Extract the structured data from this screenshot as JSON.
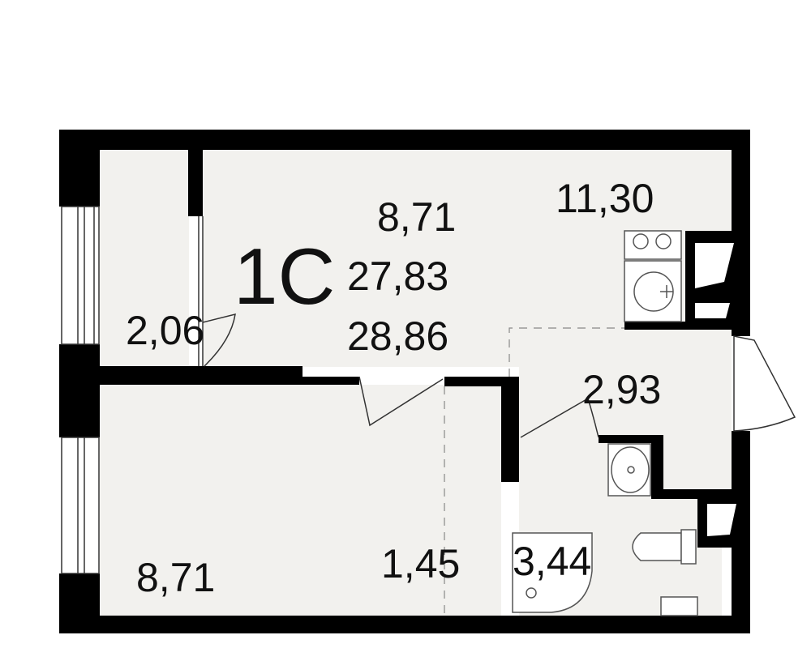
{
  "plan": {
    "type_label": "1С",
    "summary": {
      "living_area": "8,71",
      "total_area": "27,83",
      "total_area_with_balcony": "28,86"
    },
    "rooms": {
      "balcony": "2,06",
      "kitchen_living": "11,30",
      "bedroom": "8,71",
      "storage": "1,45",
      "hallway": "2,93",
      "bathroom": "3,44"
    },
    "colors": {
      "wall": "#000000",
      "floor": "#f2f1ee",
      "line": "#333333",
      "dashed": "#888888"
    }
  }
}
